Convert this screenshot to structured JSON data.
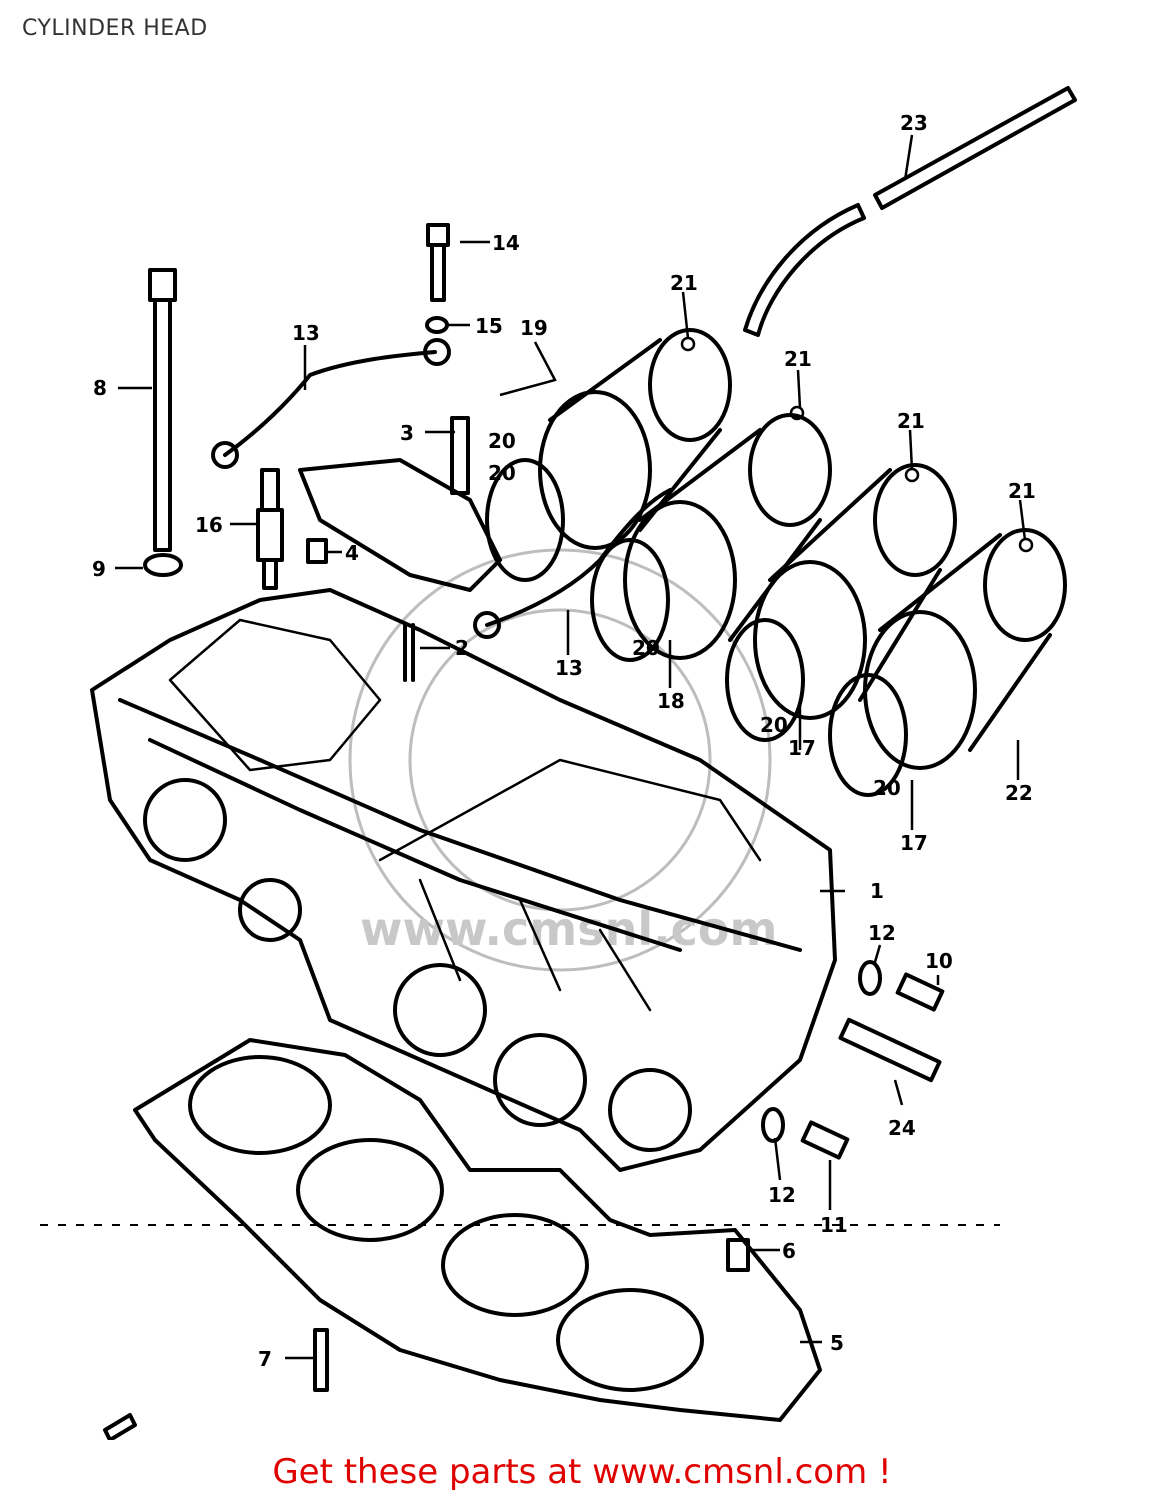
{
  "title": "CYLINDER HEAD",
  "watermark_text": "www.cmsnl.com",
  "cta_text": "Get these parts at www.cmsnl.com !",
  "colors": {
    "cta": "#e00000",
    "ink": "#000000",
    "title": "#333333",
    "watermark": "#c0c0c0"
  },
  "callouts": [
    "1",
    "2",
    "3",
    "4",
    "5",
    "6",
    "7",
    "8",
    "9",
    "10",
    "11",
    "12",
    "12",
    "13",
    "13",
    "14",
    "15",
    "16",
    "17",
    "17",
    "18",
    "19",
    "20",
    "20",
    "20",
    "20",
    "20",
    "21",
    "21",
    "21",
    "21",
    "22",
    "23",
    "24"
  ]
}
